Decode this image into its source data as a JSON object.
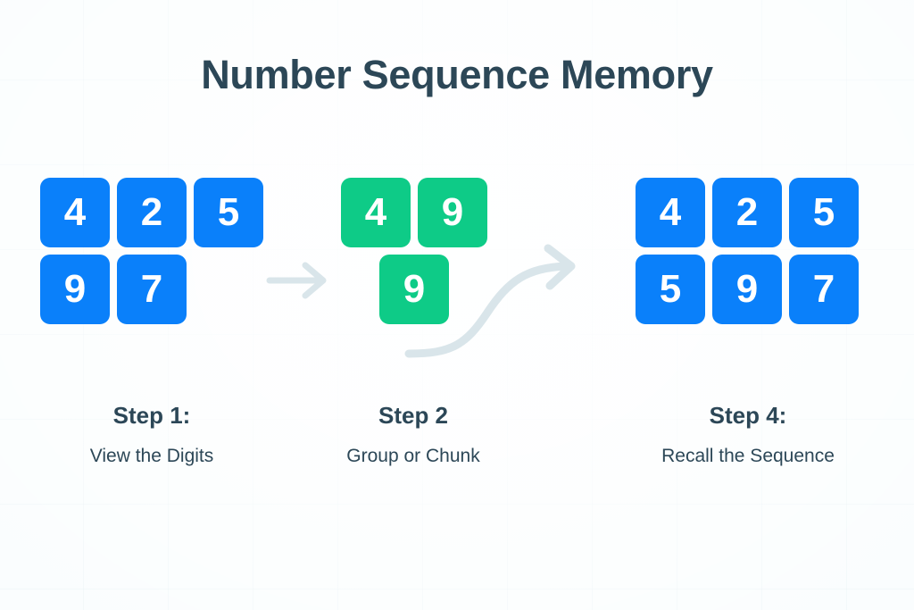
{
  "title": "Number Sequence Memory",
  "theme": {
    "background": "#f7fcfd",
    "title_color": "#2c4757",
    "tile_blue": "#0a80fa",
    "tile_green": "#0ecb87",
    "tile_text": "#ffffff",
    "arrow_color": "#d9e5ea"
  },
  "groups": [
    {
      "id": "group-1",
      "color": "blue",
      "rows": [
        {
          "align": "left",
          "digits": [
            "4",
            "2",
            "5"
          ]
        },
        {
          "align": "left",
          "digits": [
            "9",
            "7"
          ]
        }
      ]
    },
    {
      "id": "group-2",
      "color": "green",
      "rows": [
        {
          "align": "left",
          "digits": [
            "4",
            "9"
          ]
        },
        {
          "align": "center",
          "digits": [
            "9"
          ]
        }
      ]
    },
    {
      "id": "group-3",
      "color": "blue",
      "rows": [
        {
          "align": "left",
          "digits": [
            "4",
            "2",
            "5"
          ]
        },
        {
          "align": "left",
          "digits": [
            "5",
            "9",
            "7"
          ]
        }
      ]
    }
  ],
  "arrows": [
    {
      "name": "arrow-right-straight",
      "style": "straight"
    },
    {
      "name": "arrow-right-curved",
      "style": "curved"
    }
  ],
  "captions": [
    {
      "step": "Step 1:",
      "desc": "View the Digits"
    },
    {
      "step": "Step 2",
      "desc": "Group or Chunk"
    },
    {
      "step": "Step 4:",
      "desc": "Recall the Sequence"
    }
  ]
}
